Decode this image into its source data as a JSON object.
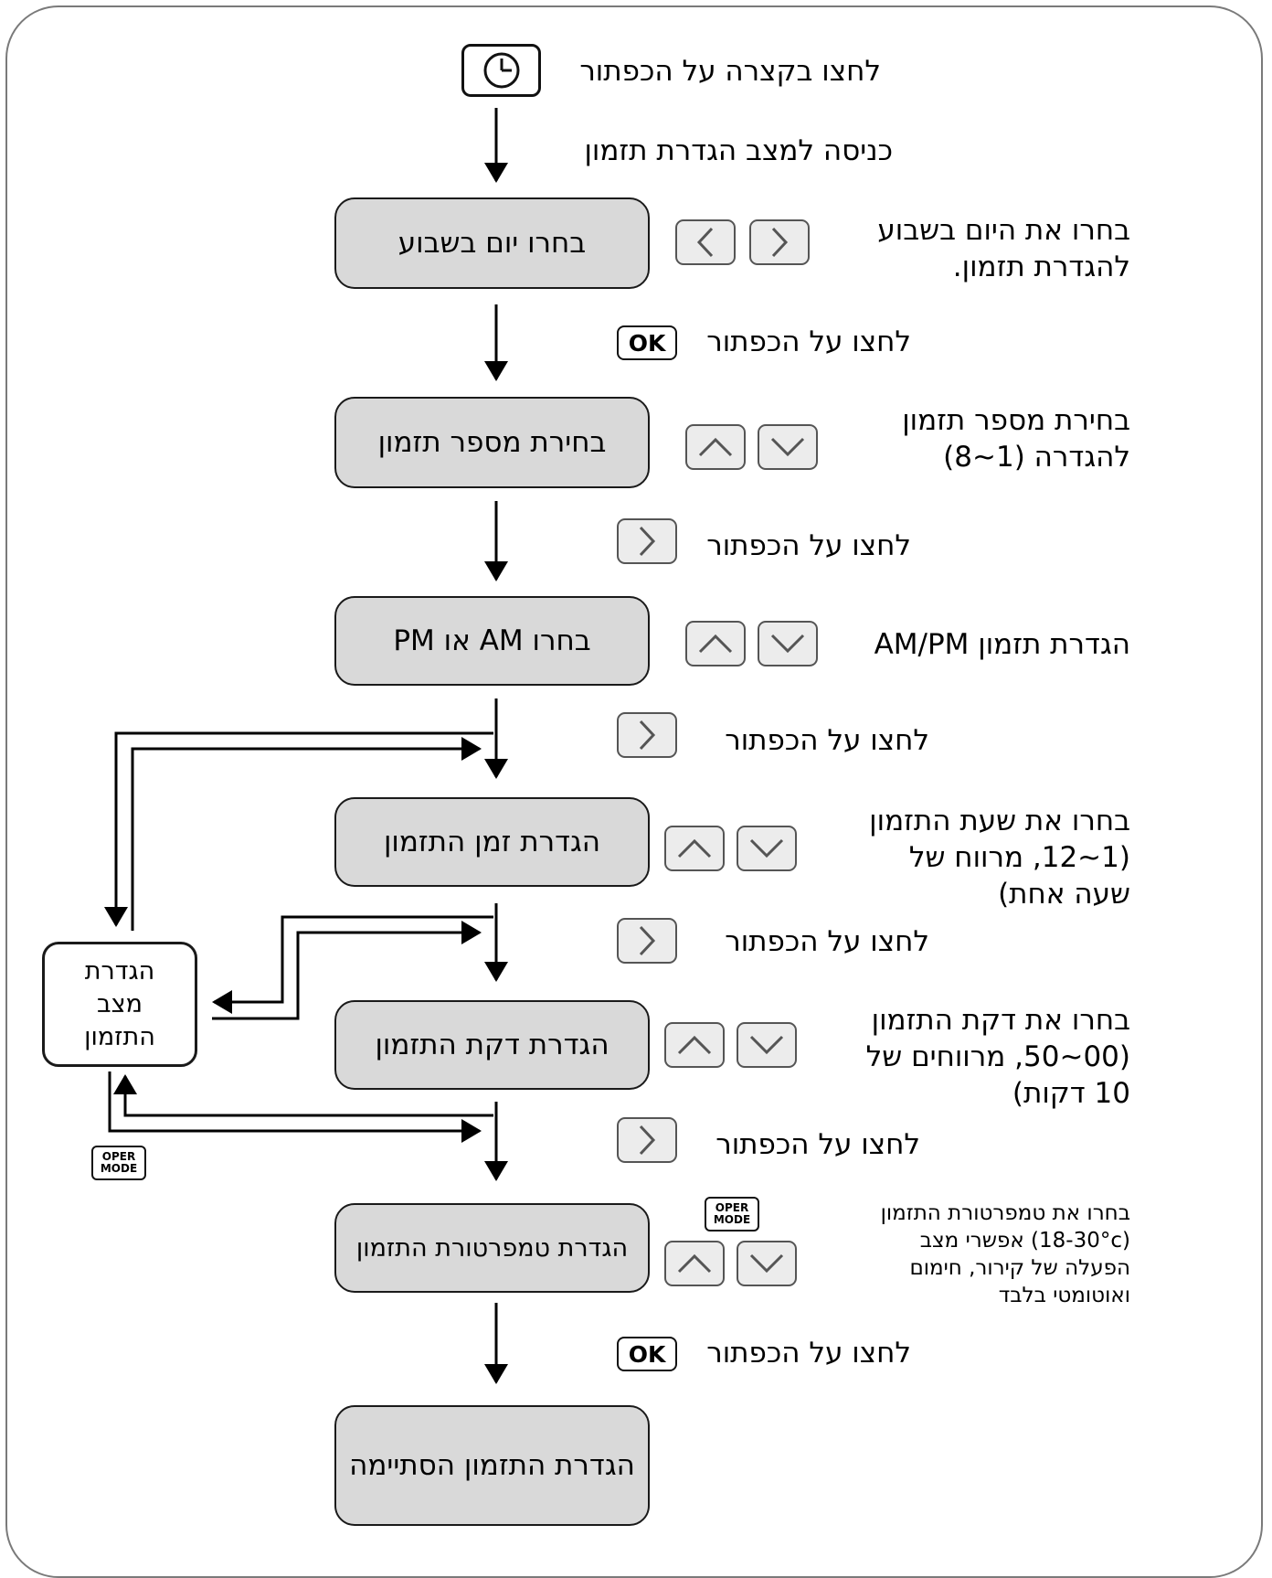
{
  "steps": {
    "press_clock": "לחצו בקצרה על הכפתור",
    "enter_mode": "כניסה למצב הגדרת תזמון",
    "choose_day_box": "בחרו יום בשבוע",
    "choose_day_desc": " בחרו את היום בשבוע\nלהגדרת תזמון.",
    "press_ok_1": "לחצו על הכפתור",
    "timer_number_box": "בחירת מספר תזמון",
    "timer_number_desc": "בחירת מספר תזמון\nלהגדרה (1~8)",
    "press_right_1": "לחצו על הכפתור",
    "ampm_box": "בחרו AM או PM",
    "ampm_desc": "הגדרת תזמון AM/PM",
    "press_right_2": "לחצו על הכפתור",
    "hour_box": "הגדרת זמן התזמון",
    "hour_desc": "בחרו את שעת התזמון\n(1~12, מרווח של\nשעה אחת)",
    "press_right_3": "לחצו על הכפתור",
    "minute_box": "הגדרת דקת התזמון",
    "minute_desc": "בחרו את דקת התזמון\n(00~50, מרווחים של\n10 דקות)",
    "press_right_4": "לחצו על הכפתור",
    "temp_box": "הגדרת טמפרטורת התזמון",
    "temp_desc": "בחרו את טמפרטורת התזמון\n(18-30°c) אפשרי מצב\nהפעלה של קירור, חימום\nואוטומטי בלבד",
    "press_ok_2": "לחצו על הכפתור",
    "done_box": "הגדרת התזמון הסתיימה"
  },
  "mode_box": "הגדרת\nמצב\nהתזמון",
  "keys": {
    "ok": "OK",
    "oper_line1": "OPER",
    "oper_line2": "MODE"
  },
  "icons": [
    "clock-icon",
    "chevron-left-icon",
    "chevron-right-icon",
    "chevron-up-icon",
    "chevron-down-icon"
  ]
}
